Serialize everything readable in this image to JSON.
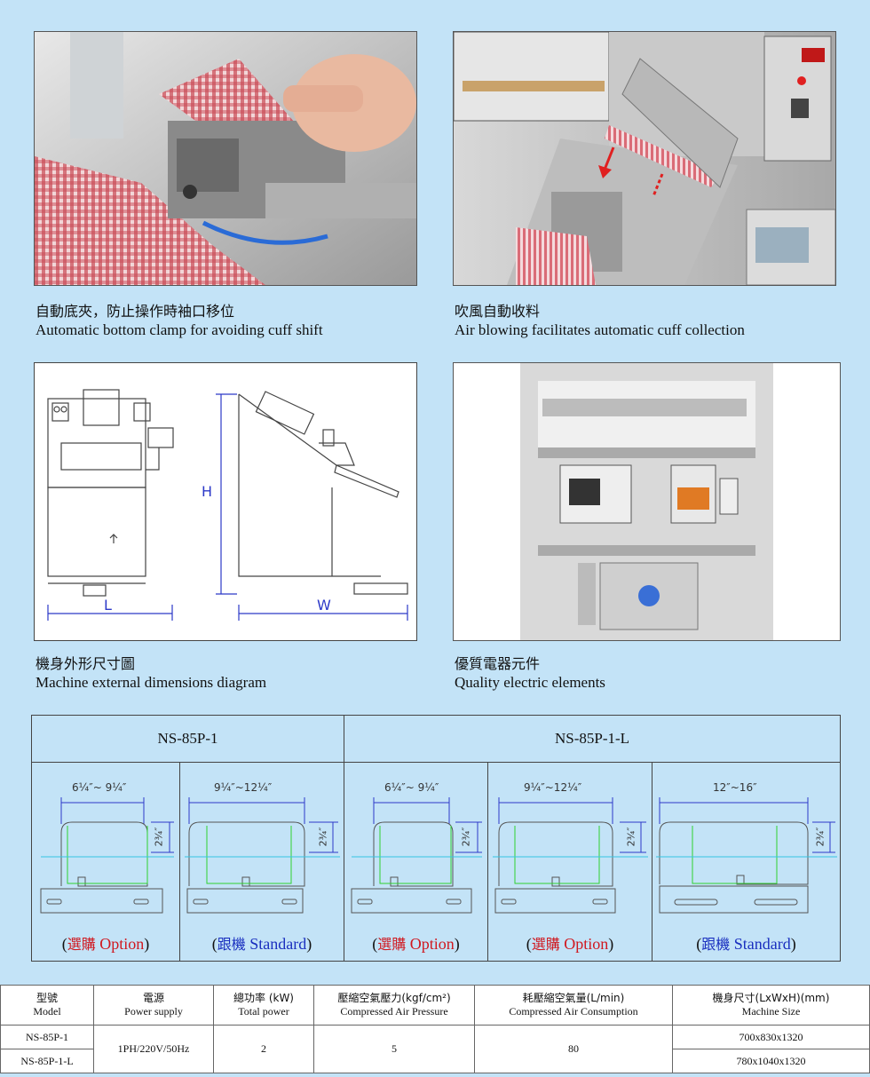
{
  "captions": {
    "clamp": {
      "zh": "自動底夾，防止操作時袖口移位",
      "en": "Automatic bottom clamp for avoiding cuff shift"
    },
    "air": {
      "zh": "吹風自動收料",
      "en": "Air blowing facilitates automatic cuff collection"
    },
    "dims": {
      "zh": "機身外形尺寸圖",
      "en": "Machine external dimensions diagram"
    },
    "elec": {
      "zh": "優質電器元件",
      "en": "Quality electric elements"
    }
  },
  "diagram_labels": {
    "height": "H",
    "width": "W",
    "length": "L"
  },
  "models": {
    "left": "NS-85P-1",
    "right": "NS-85P-1-L"
  },
  "templates": [
    {
      "width_range": "6¼″~ 9¼″",
      "height": "2¾″",
      "status_zh": "選購",
      "status_en": "Option",
      "type": "option"
    },
    {
      "width_range": "9¼″~12¼″",
      "height": "2¾″",
      "status_zh": "跟機",
      "status_en": "Standard",
      "type": "standard"
    },
    {
      "width_range": "6¼″~ 9¼″",
      "height": "2¾″",
      "status_zh": "選購",
      "status_en": "Option",
      "type": "option"
    },
    {
      "width_range": "9¼″~12¼″",
      "height": "2¾″",
      "status_zh": "選購",
      "status_en": "Option",
      "type": "option"
    },
    {
      "width_range": "12″~16″",
      "height": "2¾″",
      "status_zh": "跟機",
      "status_en": "Standard",
      "type": "standard"
    }
  ],
  "table": {
    "headers": [
      {
        "zh": "型號",
        "en": "Model"
      },
      {
        "zh": "電源",
        "en": "Power supply"
      },
      {
        "zh": "總功率 (kW)",
        "en": "Total power"
      },
      {
        "zh": "壓縮空氣壓力(kgf/cm²)",
        "en": "Compressed Air Pressure"
      },
      {
        "zh": "耗壓縮空氣量(L/min)",
        "en": "Compressed Air Consumption"
      },
      {
        "zh": "機身尺寸(LxWxH)(mm)",
        "en": "Machine Size"
      }
    ],
    "rows": [
      {
        "model": "NS-85P-1",
        "size": "700x830x1320"
      },
      {
        "model": "NS-85P-1-L",
        "size": "780x1040x1320"
      }
    ],
    "shared": {
      "power_supply": "1PH/220V/50Hz",
      "total_power": "2",
      "pressure": "5",
      "consumption": "80"
    }
  },
  "colors": {
    "background": "#c3e3f7",
    "option": "#d0181f",
    "standard": "#1a2fbf",
    "dimension_line": "#2c39c8",
    "guide_green": "#2fd12f",
    "guide_cyan": "#36c6e3"
  }
}
